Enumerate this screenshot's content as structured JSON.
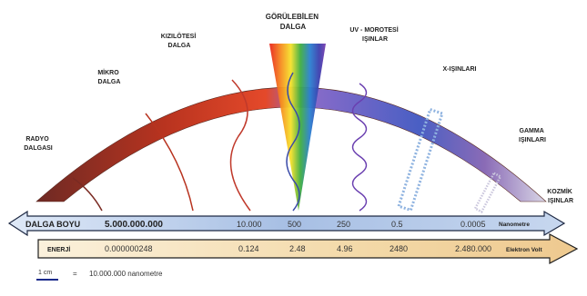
{
  "arc_labels": {
    "radio": [
      "RADYO",
      "DALGASI"
    ],
    "micro": [
      "MİKRO",
      "DALGA"
    ],
    "infrared": [
      "KIZILÖTESİ",
      "DALGA"
    ],
    "visible": [
      "GÖRÜLEBİLEN",
      "DALGA"
    ],
    "uv": [
      "UV - MOROTESİ",
      "IŞINLAR"
    ],
    "xray": [
      "X-IŞINLARI"
    ],
    "gamma": [
      "GAMMA",
      "IŞINLARI"
    ],
    "cosmic": [
      "KOZMİK",
      "IŞINLAR"
    ]
  },
  "wavelength_bar": {
    "label": "DALGA BOYU",
    "values": [
      "5.000.000.000",
      "10.000",
      "500",
      "250",
      "0.5",
      "0.0005"
    ],
    "unit": "Nanometre"
  },
  "energy_bar": {
    "label": "ENERJİ",
    "values": [
      "0.000000248",
      "0.124",
      "2.48",
      "4.96",
      "2480",
      "2.480.000"
    ],
    "unit": "Elektron Volt"
  },
  "scale_note": {
    "length": "1 cm",
    "equals": "=",
    "text": "10.000.000 nanometre"
  },
  "colors": {
    "radio": "#8a2a22",
    "red": "#c8281c",
    "violet": "#7a4fb8",
    "blue": "#3a4fb0",
    "wavelength_bar": "#a9c2e6",
    "energy_bar": "#f3dcb0"
  }
}
